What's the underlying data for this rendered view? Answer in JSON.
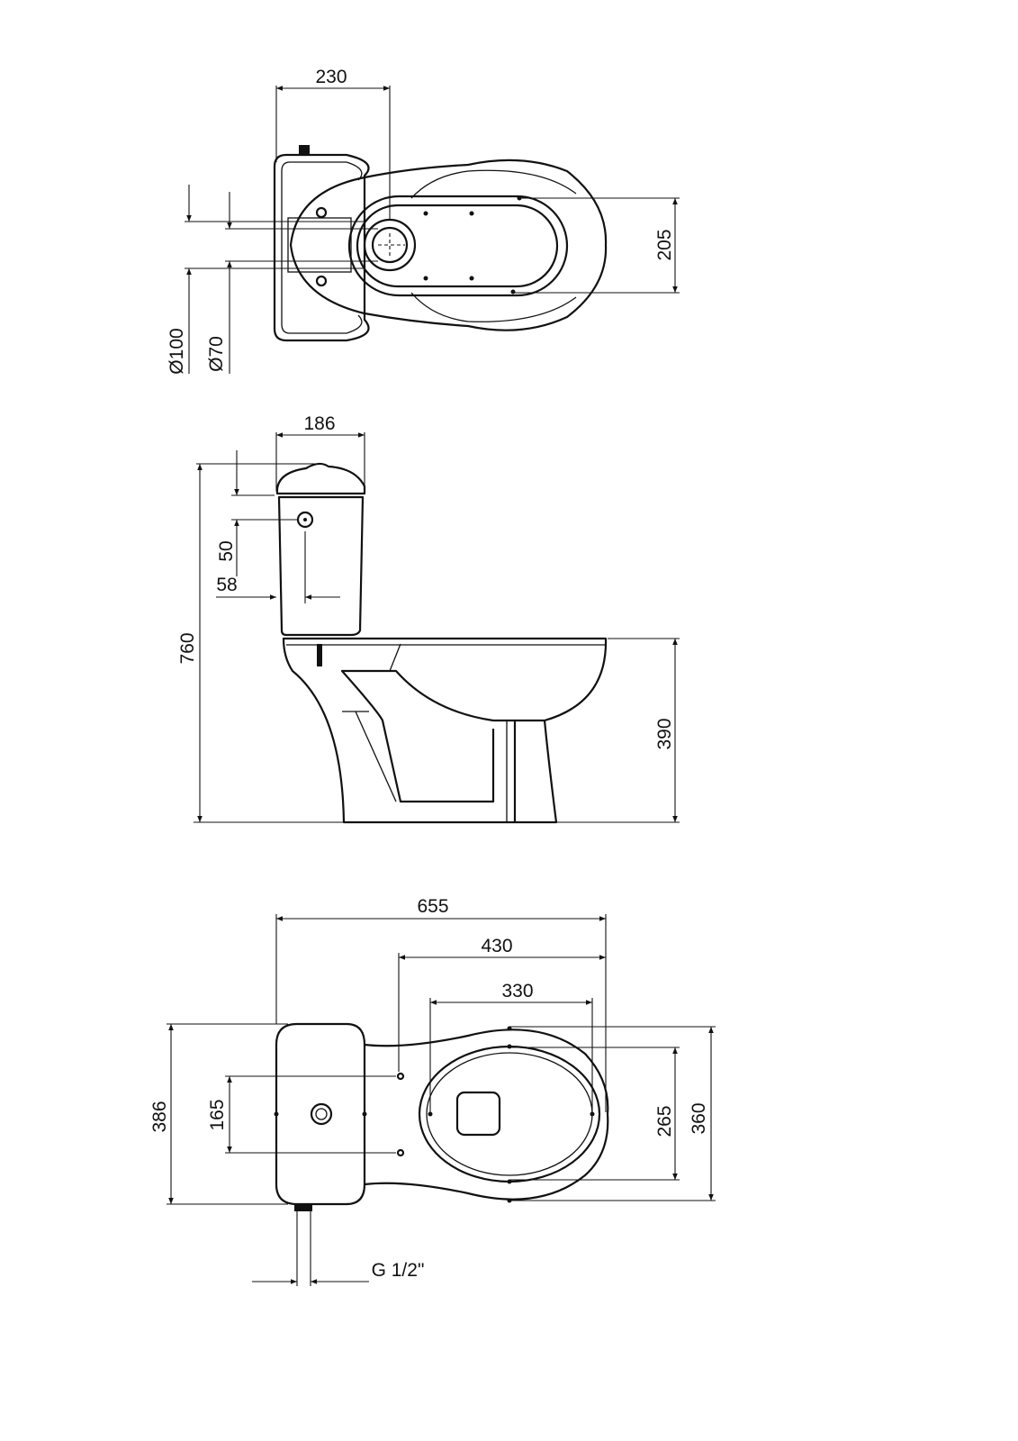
{
  "views": {
    "top": {
      "dimensions": {
        "width_to_outlet": "230",
        "outlet_outer": "Ø100",
        "outlet_inner": "Ø70",
        "seat_hole_spacing": "205"
      }
    },
    "side": {
      "dimensions": {
        "tank_depth": "186",
        "total_height": "760",
        "inlet_from_top": "50",
        "inlet_from_back": "58",
        "bowl_height": "390"
      }
    },
    "bottom": {
      "dimensions": {
        "total_length": "655",
        "hole_to_front": "430",
        "seat_length": "330",
        "tank_width": "386",
        "fixing_spacing": "165",
        "seat_width": "265",
        "bowl_width": "360",
        "water_connection": "G 1/2\""
      }
    }
  }
}
